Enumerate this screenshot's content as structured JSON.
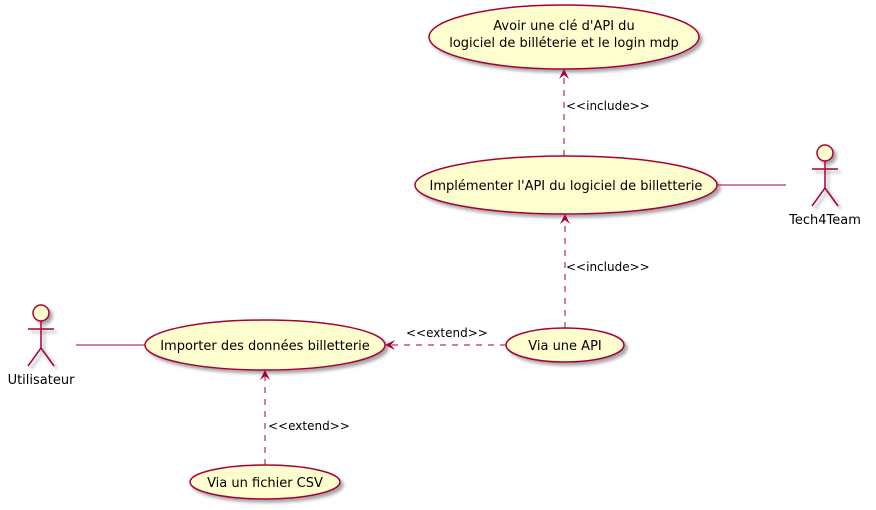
{
  "colors": {
    "usecase_fill": "#FEFECE",
    "border": "#A80036",
    "line": "#A80036"
  },
  "actors": {
    "utilisateur": "Utilisateur",
    "tech4team": "Tech4Team"
  },
  "usecases": {
    "cle_api_line1": "Avoir une clé d'API du",
    "cle_api_line2": "logiciel de billéterie et le login mdp",
    "implementer_api": "Implémenter l'API du logiciel de billetterie",
    "importer": "Importer des données billetterie",
    "via_api": "Via une API",
    "via_csv": "Via un fichier CSV"
  },
  "relations": {
    "include_top": "<<include>>",
    "include_mid": "<<include>>",
    "extend_api": "<<extend>>",
    "extend_csv": "<<extend>>"
  }
}
